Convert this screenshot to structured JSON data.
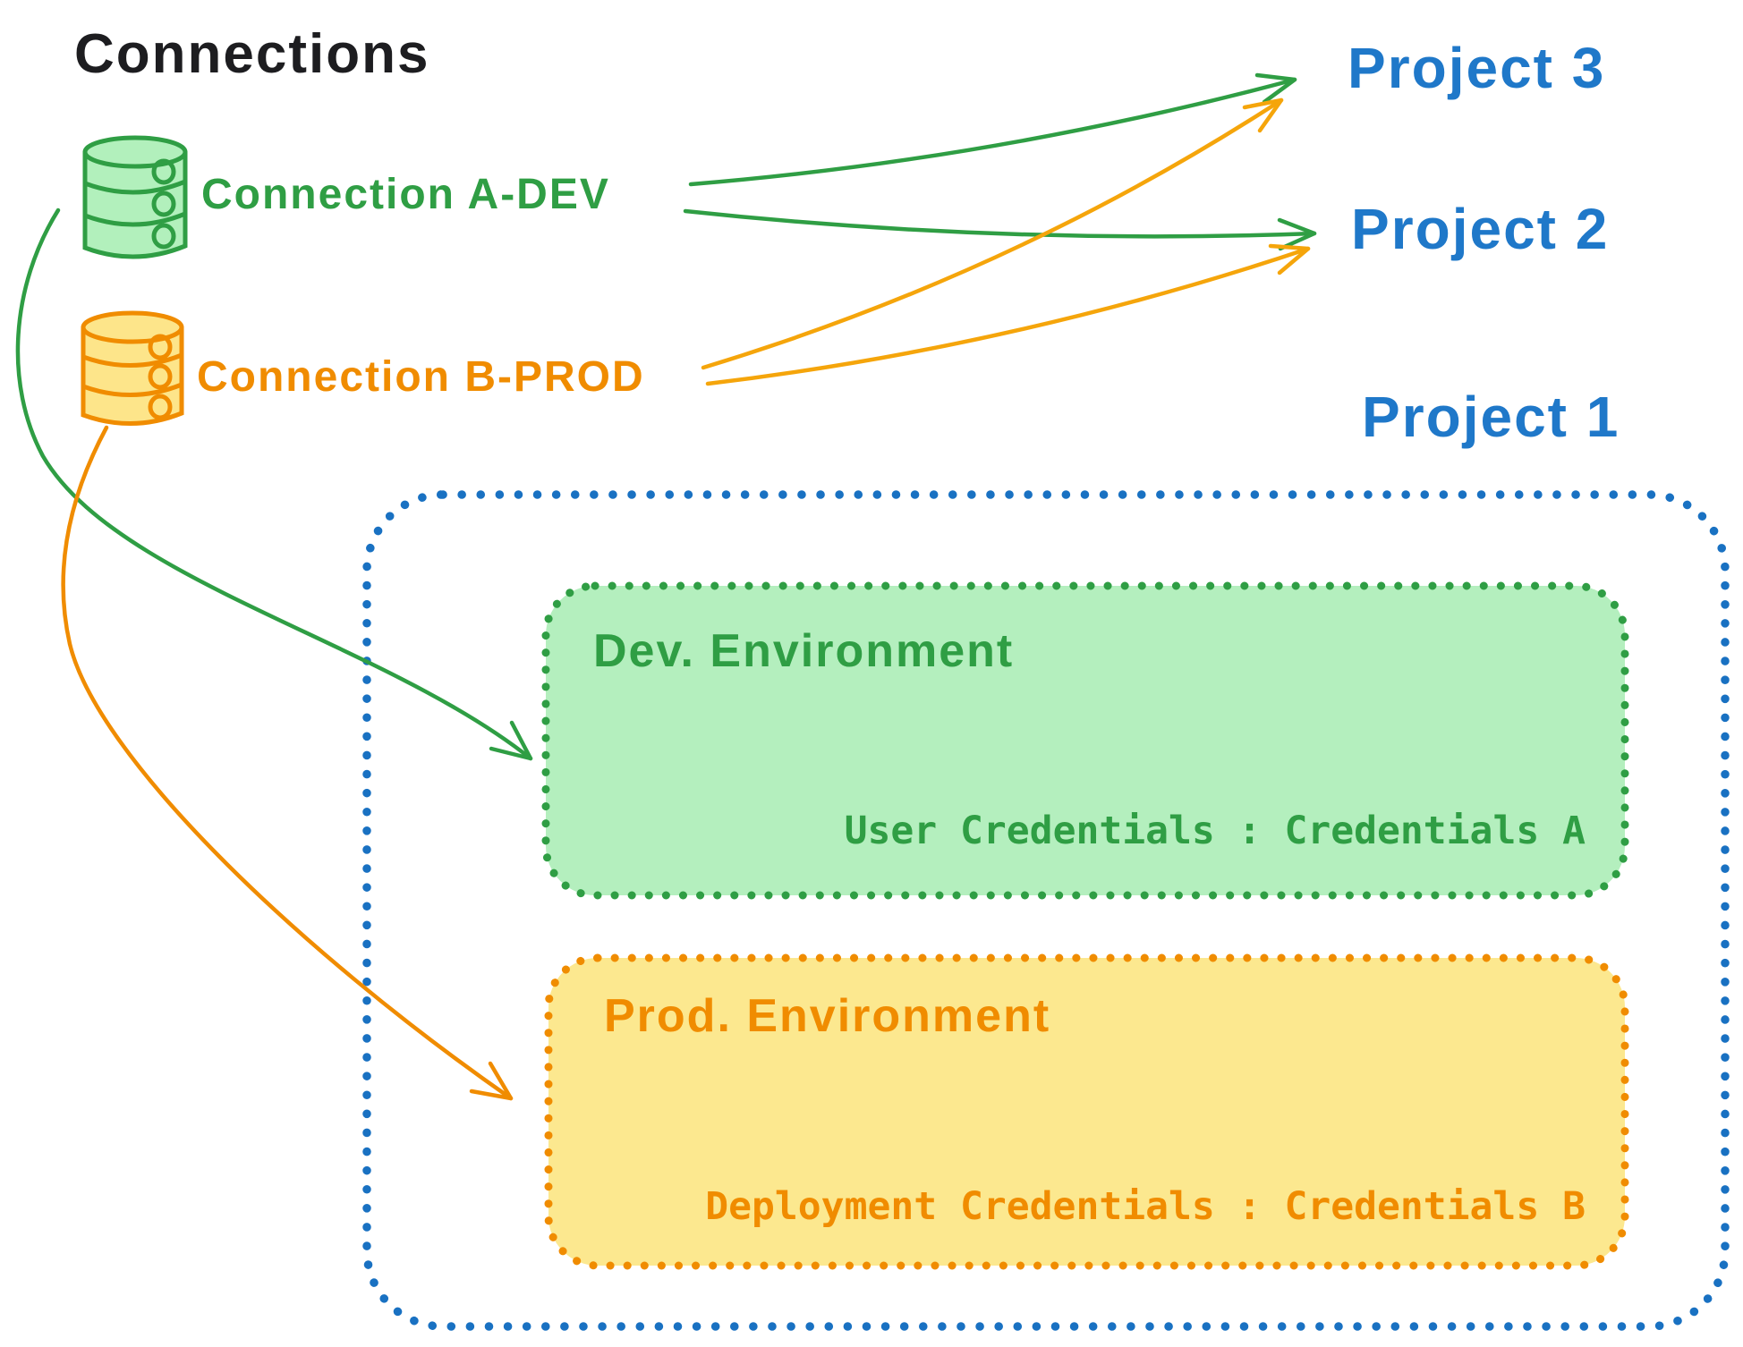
{
  "title": "Connections",
  "connections": [
    {
      "id": "a-dev",
      "label": "Connection A-DEV",
      "color": "#2f9e44",
      "icon": "database-icon"
    },
    {
      "id": "b-prod",
      "label": "Connection B-PROD",
      "color": "#f08c00",
      "icon": "database-icon"
    }
  ],
  "projects": [
    {
      "label": "Project 3"
    },
    {
      "label": "Project 2"
    },
    {
      "label": "Project 1"
    }
  ],
  "project1_detail": {
    "dev": {
      "title": "Dev. Environment",
      "credentials_label": "User Credentials : Credentials A"
    },
    "prod": {
      "title": "Prod. Environment",
      "credentials_label": "Deployment Credentials : Credentials B"
    }
  },
  "edges": [
    {
      "from": "Connection A-DEV",
      "to": "Project 3"
    },
    {
      "from": "Connection A-DEV",
      "to": "Project 2"
    },
    {
      "from": "Connection B-PROD",
      "to": "Project 3"
    },
    {
      "from": "Connection B-PROD",
      "to": "Project 2"
    },
    {
      "from": "Connection A-DEV",
      "to": "Dev. Environment (Project 1)"
    },
    {
      "from": "Connection B-PROD",
      "to": "Prod. Environment (Project 1)"
    }
  ],
  "colors": {
    "green": "#2f9e44",
    "green_fill": "#b4efbe",
    "orange": "#f08c00",
    "orange_fill": "#fce88f",
    "yellow_arrow": "#f5a50b",
    "blue": "#1971c2",
    "blue_text": "#1f78c9",
    "black": "#1d1d20"
  }
}
